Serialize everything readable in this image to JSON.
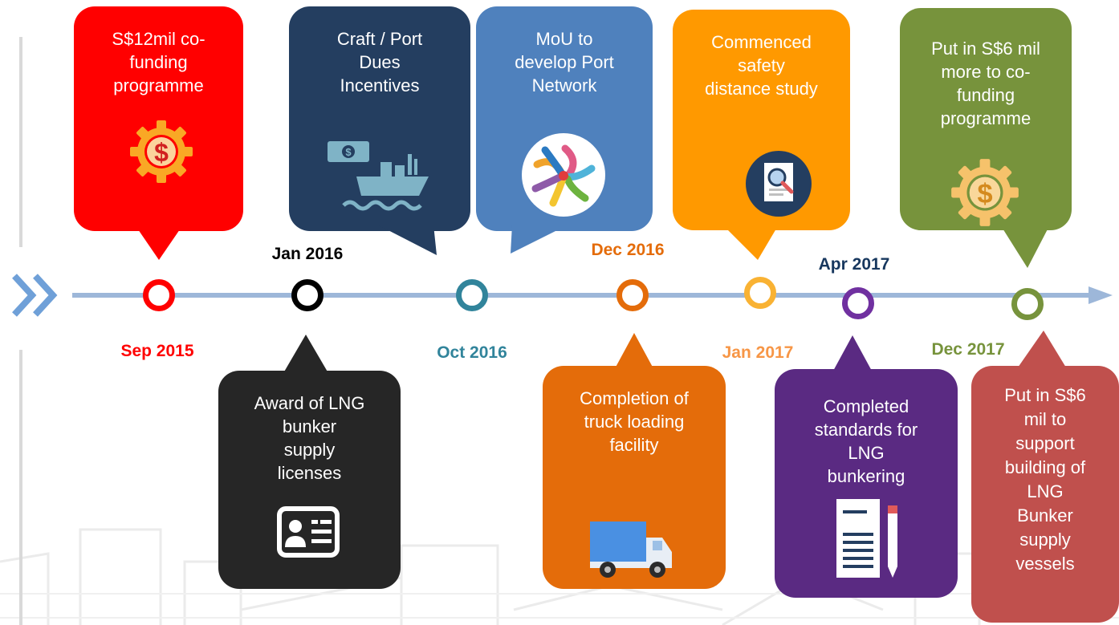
{
  "timeline": {
    "events": [
      {
        "date": "Sep 2015",
        "text": "S$12mil co-funding programme",
        "color": "#ff0000",
        "date_color": "#ff0000",
        "icon": "gear-dollar-icon"
      },
      {
        "date": "Jan 2016",
        "text": "Award of LNG bunker supply licenses",
        "color": "#262626",
        "date_color": "#000000",
        "icon": "id-card-icon"
      },
      {
        "date": "Oct 2016",
        "text": "Craft / Port Dues Incentives",
        "color": "#243e60",
        "date_color": "#31849b",
        "icon": "money-ship-icon"
      },
      {
        "date": "Oct 2016",
        "text": "MoU to develop Port Network",
        "color": "#4f81bd",
        "date_color": "#31849b",
        "icon": "network-circle-icon"
      },
      {
        "date": "Dec 2016",
        "text": "Completion of truck loading facility",
        "color": "#e46c0a",
        "date_color": "#e46c0a",
        "icon": "truck-icon"
      },
      {
        "date": "Jan 2017",
        "text": "Commenced safety distance study",
        "color": "#ff9900",
        "date_color": "#f79646",
        "icon": "document-search-icon"
      },
      {
        "date": "Apr 2017",
        "text": "Completed standards for LNG bunkering",
        "color": "#5a2a82",
        "date_color": "#17375e",
        "icon": "document-pen-icon"
      },
      {
        "date": "Dec 2017",
        "text": "Put in S$6 mil more to co-funding programme",
        "color": "#77933c",
        "date_color": "#77933c",
        "icon": "gear-dollar-icon"
      },
      {
        "date": "Dec 2017",
        "text": "Put in S$6 mil to support building of LNG Bunker supply vessels",
        "color": "#c0504d",
        "date_color": "#77933c",
        "icon": ""
      }
    ],
    "callouts": [
      {
        "lines": [
          "S$12mil co-",
          "funding",
          "programme"
        ]
      },
      {
        "lines": [
          "Award of LNG",
          "bunker",
          "supply",
          "licenses"
        ]
      },
      {
        "lines": [
          "Craft / Port",
          "Dues",
          "Incentives"
        ]
      },
      {
        "lines": [
          "MoU to",
          "develop Port",
          "Network"
        ]
      },
      {
        "lines": [
          "Completion of",
          "truck loading",
          "facility"
        ]
      },
      {
        "lines": [
          "Commenced",
          "safety",
          "distance study"
        ]
      },
      {
        "lines": [
          "Completed",
          "standards for",
          "LNG",
          "bunkering"
        ]
      },
      {
        "lines": [
          "Put in S$6 mil",
          "more to co-",
          "funding",
          "programme"
        ]
      },
      {
        "lines": [
          "Put in S$6",
          "mil to",
          "support",
          "building of",
          "LNG",
          "Bunker",
          "supply",
          "vessels"
        ]
      }
    ],
    "dates": {
      "sep2015": "Sep 2015",
      "jan2016": "Jan 2016",
      "oct2016": "Oct 2016",
      "dec2016": "Dec 2016",
      "jan2017": "Jan 2017",
      "apr2017": "Apr 2017",
      "dec2017": "Dec 2017"
    },
    "colors": {
      "axis": "#9db7d9",
      "chevron": "#6fa0d8",
      "sep2015": "#ff0000",
      "jan2016": "#000000",
      "oct2016": "#31849b",
      "dec2016": "#e46c0a",
      "jan2017": "#f9b233",
      "apr2017": "#7030a0",
      "dec2017": "#77933c"
    }
  }
}
